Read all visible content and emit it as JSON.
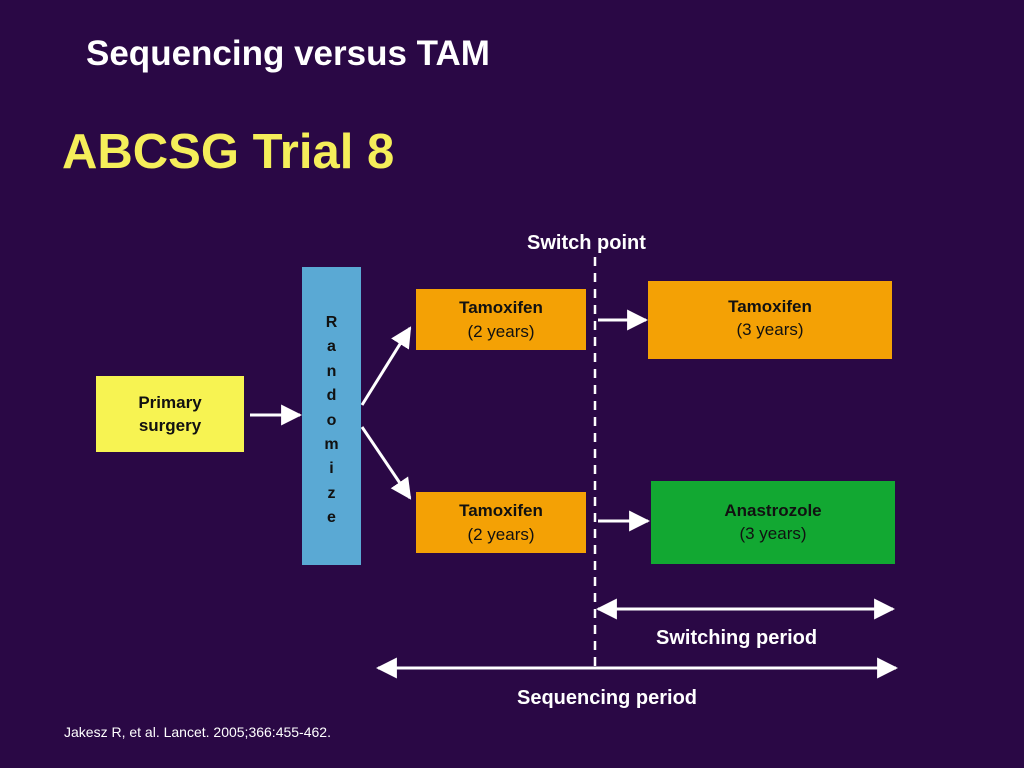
{
  "slide": {
    "title": "Sequencing versus TAM",
    "subtitle": "ABCSG Trial 8",
    "citation": "Jakesz R, et al. Lancet. 2005;366:455-462."
  },
  "diagram": {
    "primary": {
      "line1": "Primary",
      "line2": "surgery"
    },
    "randomize_letters": [
      "R",
      "a",
      "n",
      "d",
      "o",
      "m",
      "i",
      "z",
      "e"
    ],
    "arm1_initial": {
      "drug": "Tamoxifen",
      "duration": "(2 years)"
    },
    "arm2_initial": {
      "drug": "Tamoxifen",
      "duration": "(2 years)"
    },
    "arm1_after": {
      "drug": "Tamoxifen",
      "duration": "(3 years)"
    },
    "arm2_after": {
      "drug": "Anastrozole",
      "duration": "(3 years)"
    },
    "switch_point": "Switch point",
    "switching_period": "Switching period",
    "sequencing_period": "Sequencing period"
  },
  "colors": {
    "background": "#2a0845",
    "subtitle": "#f5ee5a",
    "primary_box": "#f7f352",
    "randomize_box": "#5aa9d4",
    "tamoxifen_box": "#f4a105",
    "anastrozole_box": "#12a832"
  }
}
